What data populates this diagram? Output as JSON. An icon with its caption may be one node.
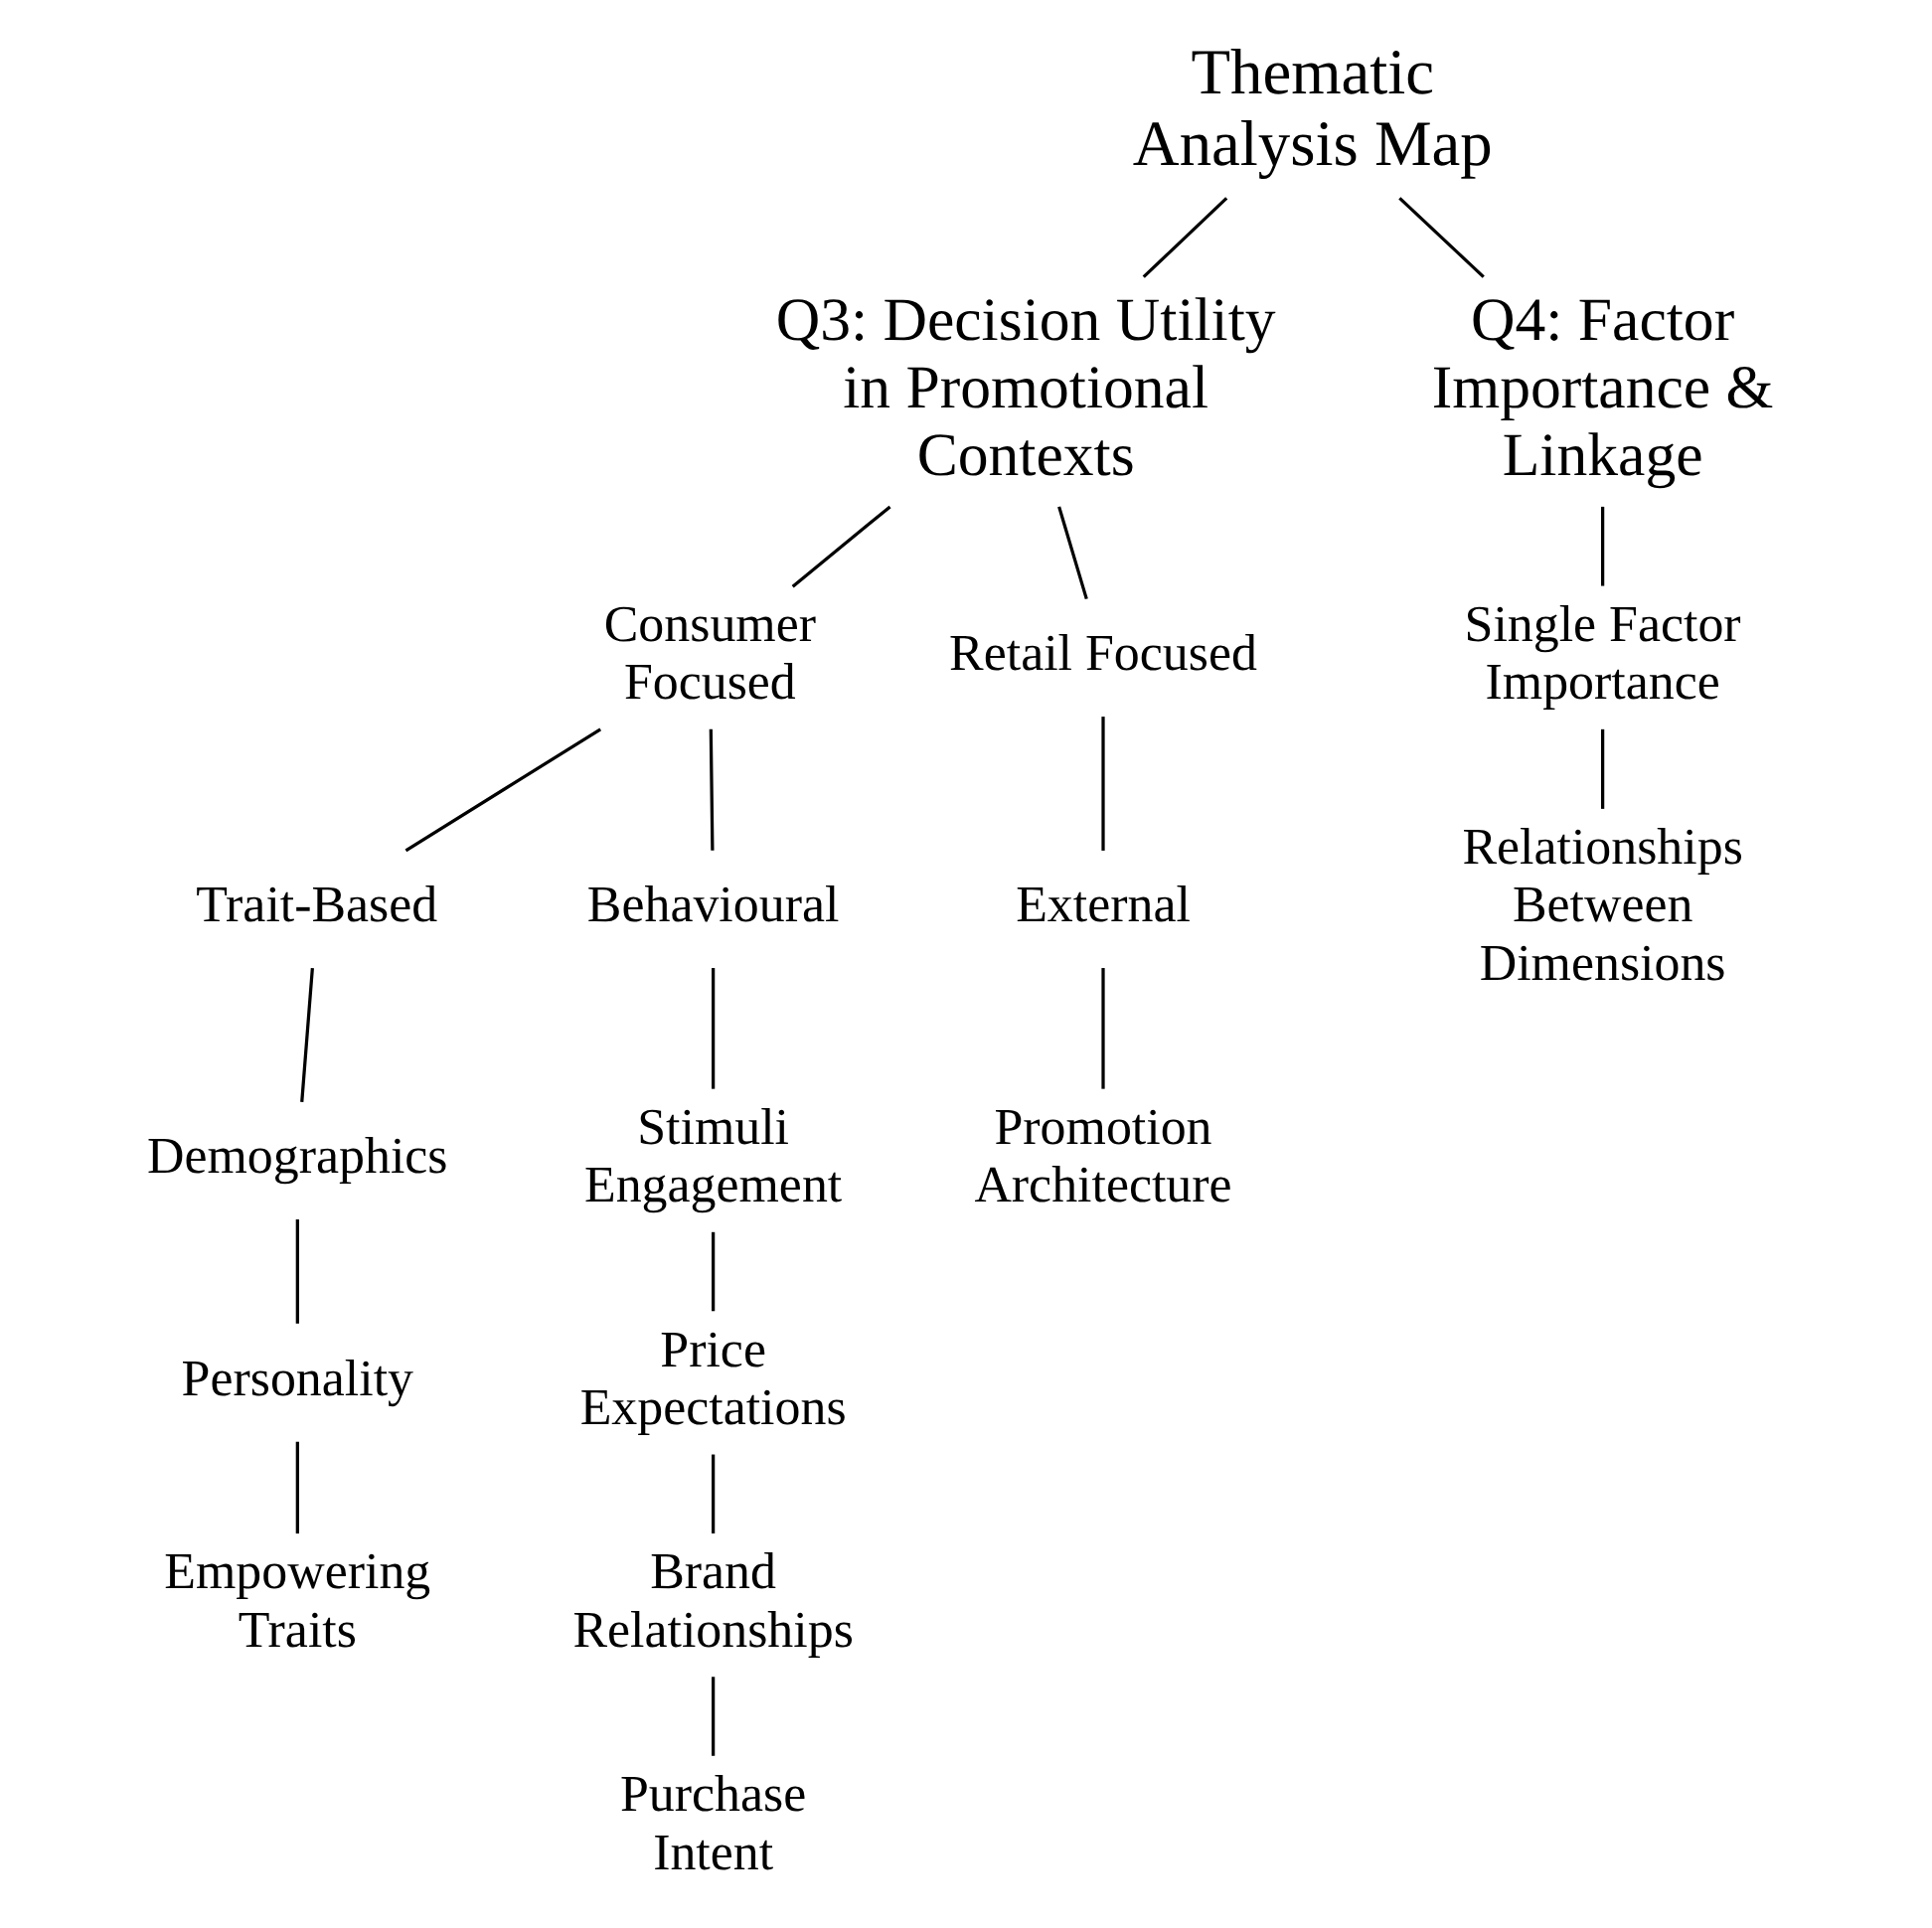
{
  "diagram": {
    "nodes": [
      {
        "text": [
          "Thematic Analysis Map"
        ]
      },
      {
        "text": [
          "Q3: Decision Utility in Promotional Contexts"
        ]
      },
      {
        "text": [
          "Q4: Factor Importance & Linkage"
        ]
      },
      {
        "text": [
          "Consumer Focused"
        ]
      },
      {
        "text": [
          "Retail Focused"
        ]
      },
      {
        "text": [
          "Trait-Based"
        ]
      },
      {
        "text": [
          "Behavioural"
        ]
      },
      {
        "text": [
          "Demographics"
        ]
      },
      {
        "text": [
          "Personality"
        ]
      },
      {
        "text": [
          "Empowering Traits"
        ]
      },
      {
        "text": [
          "Stimuli Engagement"
        ]
      },
      {
        "text": [
          "Price Expectations"
        ]
      },
      {
        "text": [
          "Brand Relationships"
        ]
      },
      {
        "text": [
          "Purchase Intent"
        ]
      },
      {
        "text": [
          "External"
        ]
      },
      {
        "text": [
          "Promotion Architecture"
        ]
      },
      {
        "text": [
          "Single Factor Importance"
        ]
      },
      {
        "text": [
          "Relationships Between Dimensions"
        ]
      }
    ],
    "edges": [
      {
        "from": 0,
        "to": 1,
        "arrow": "none"
      },
      {
        "from": 0,
        "to": 2,
        "arrow": "none"
      },
      {
        "from": 1,
        "to": 3,
        "arrow": "none"
      },
      {
        "from": 1,
        "to": 4,
        "arrow": "none"
      },
      {
        "from": 3,
        "to": 5,
        "arrow": "none"
      },
      {
        "from": 3,
        "to": 6,
        "arrow": "none"
      },
      {
        "from": 4,
        "to": 14,
        "arrow": "none"
      },
      {
        "from": 5,
        "to": 7,
        "arrow": "none"
      },
      {
        "from": 7,
        "to": 8,
        "arrow": "none"
      },
      {
        "from": 8,
        "to": 9,
        "arrow": "none"
      },
      {
        "from": 6,
        "to": 10,
        "arrow": "none"
      },
      {
        "from": 10,
        "to": 11,
        "arrow": "none"
      },
      {
        "from": 11,
        "to": 12,
        "arrow": "none"
      },
      {
        "from": 12,
        "to": 13,
        "arrow": "none"
      },
      {
        "from": 14,
        "to": 15,
        "arrow": "none"
      },
      {
        "from": 2,
        "to": 16,
        "arrow": "none"
      },
      {
        "from": 16,
        "to": 17,
        "arrow": "none"
      }
    ]
  }
}
